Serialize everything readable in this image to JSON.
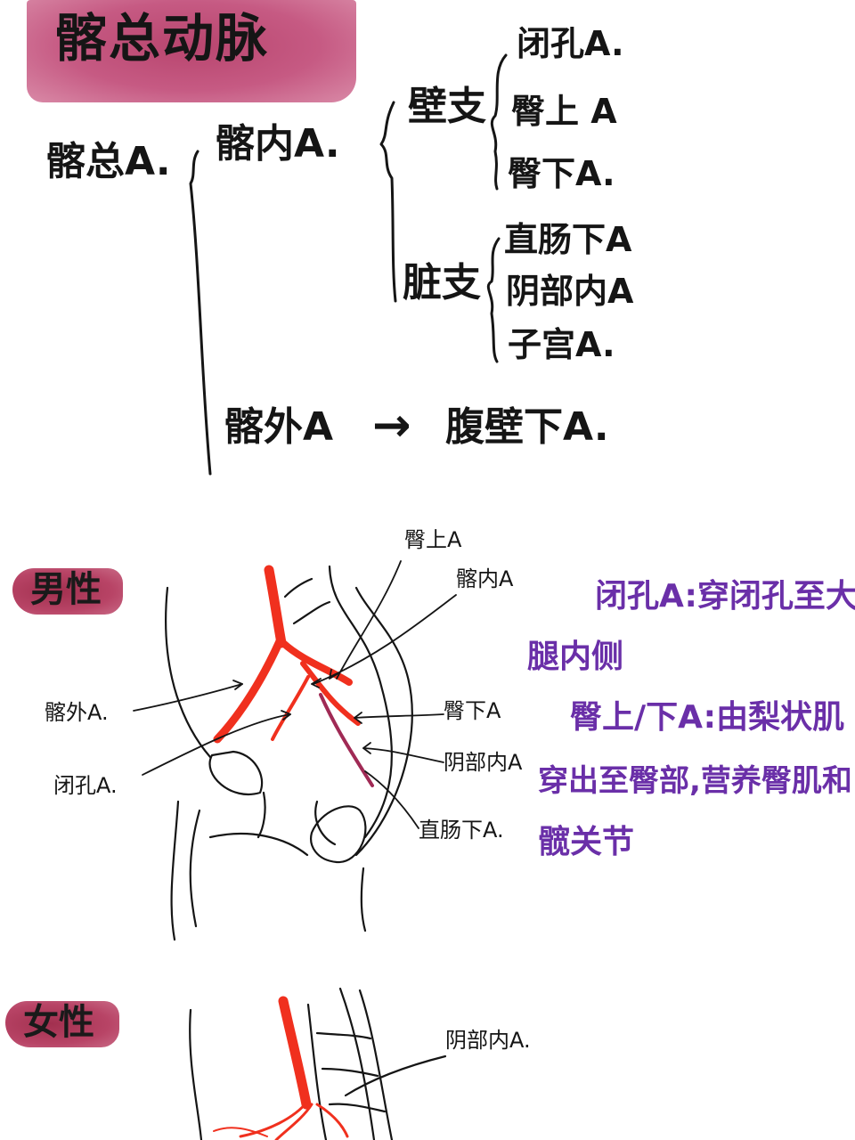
{
  "title": "髂总动脉",
  "tree": {
    "root": "髂总A.",
    "internal": "髂内A.",
    "wall_branch": "壁支",
    "wall_items": [
      "闭孔A.",
      "臀上 A",
      "臀下A."
    ],
    "visceral_branch": "脏支",
    "visceral_items": [
      "直肠下A",
      "阴部内A",
      "子宫A."
    ],
    "external": "髂外A",
    "arrow": "→",
    "external_target": "腹壁下A."
  },
  "male": {
    "tag": "男性",
    "labels": {
      "gluteal_sup": "臀上A",
      "internal_iliac": "髂内A",
      "external_iliac": "髂外A.",
      "gluteal_inf": "臀下A",
      "obturator": "闭孔A.",
      "internal_pudendal": "阴部内A",
      "inferior_rectal": "直肠下A."
    },
    "notes": {
      "obturator_line1": "闭孔A:穿闭孔至大",
      "obturator_line2": "腿内侧",
      "gluteal_line1": "臀上/下A:由梨状肌",
      "gluteal_line2": "穿出至臀部,营养臀肌和",
      "gluteal_line3": "髋关节"
    }
  },
  "female": {
    "tag": "女性",
    "labels": {
      "internal_pudendal": "阴部内A."
    }
  },
  "colors": {
    "banner": "#c65a83",
    "tag": "#b84466",
    "artery": "#f0301e",
    "pudendal_artery": "#a02a55",
    "note": "#6a2fa8",
    "ink": "#151515"
  }
}
